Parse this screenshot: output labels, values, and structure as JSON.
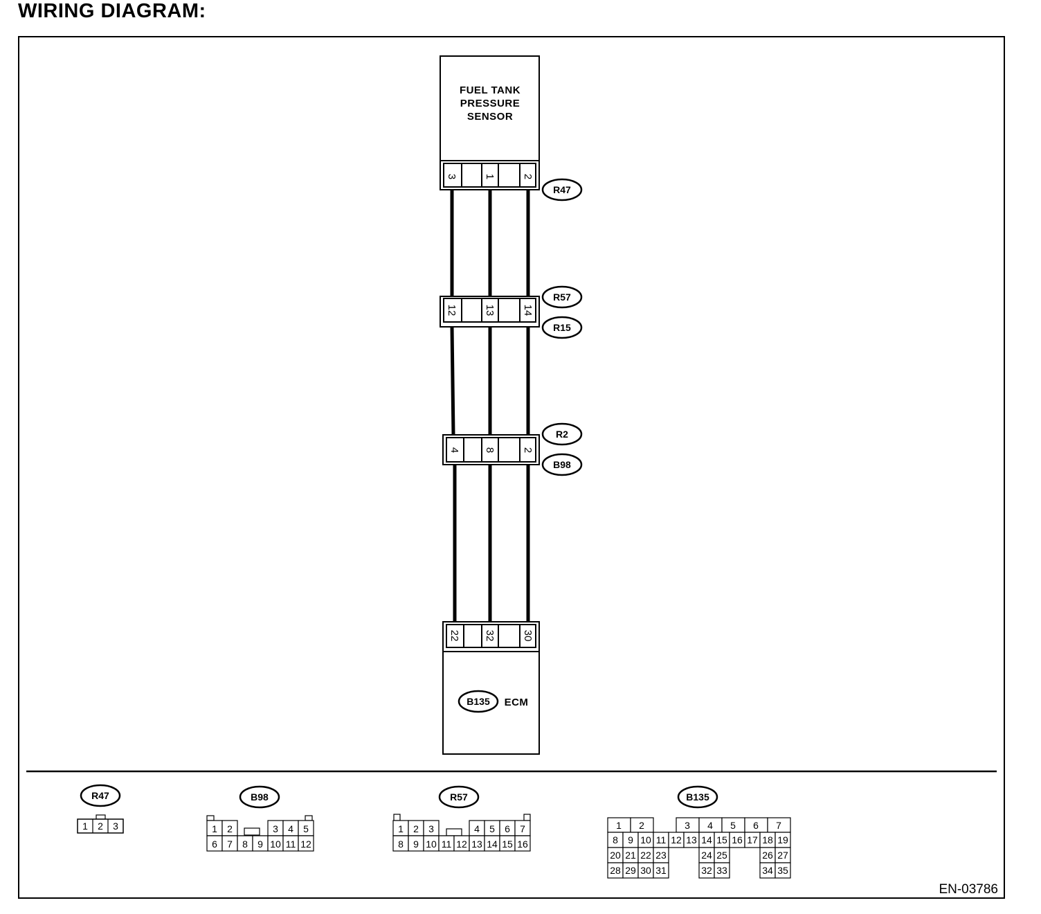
{
  "title": "WIRING DIAGRAM:",
  "figure_code": "EN-03786",
  "sensor": {
    "name_lines": [
      "FUEL TANK",
      "PRESSURE",
      "SENSOR"
    ],
    "connector": "R47",
    "pins": [
      "3",
      "1",
      "2"
    ]
  },
  "junction1": {
    "connectors": [
      "R57",
      "R15"
    ],
    "pins": [
      "12",
      "13",
      "14"
    ]
  },
  "junction2": {
    "connectors": [
      "R2",
      "B98"
    ],
    "pins": [
      "4",
      "8",
      "2"
    ]
  },
  "ecm": {
    "connector": "B135",
    "label": "ECM",
    "pins": [
      "22",
      "32",
      "30"
    ]
  },
  "connector_views": {
    "R47": {
      "label": "R47",
      "rows": [
        [
          "1",
          "2",
          "3"
        ]
      ]
    },
    "B98": {
      "label": "B98",
      "rows": [
        [
          "1",
          "2",
          "",
          "3",
          "4",
          "5"
        ],
        [
          "6",
          "7",
          "8",
          "9",
          "10",
          "11",
          "12"
        ]
      ]
    },
    "R57": {
      "label": "R57",
      "rows": [
        [
          "1",
          "2",
          "3",
          "",
          "4",
          "5",
          "6",
          "7"
        ],
        [
          "8",
          "9",
          "10",
          "11",
          "12",
          "13",
          "14",
          "15",
          "16"
        ]
      ]
    },
    "B135": {
      "label": "B135",
      "rows": [
        [
          "1",
          "2",
          "3",
          "4",
          "5",
          "6",
          "7"
        ],
        [
          "8",
          "9",
          "10",
          "11",
          "12",
          "13",
          "14",
          "15",
          "16",
          "17",
          "18",
          "19"
        ],
        [
          "20",
          "21",
          "22",
          "23",
          "24",
          "25",
          "26",
          "27"
        ],
        [
          "28",
          "29",
          "30",
          "31",
          "32",
          "33",
          "34",
          "35"
        ]
      ]
    }
  }
}
